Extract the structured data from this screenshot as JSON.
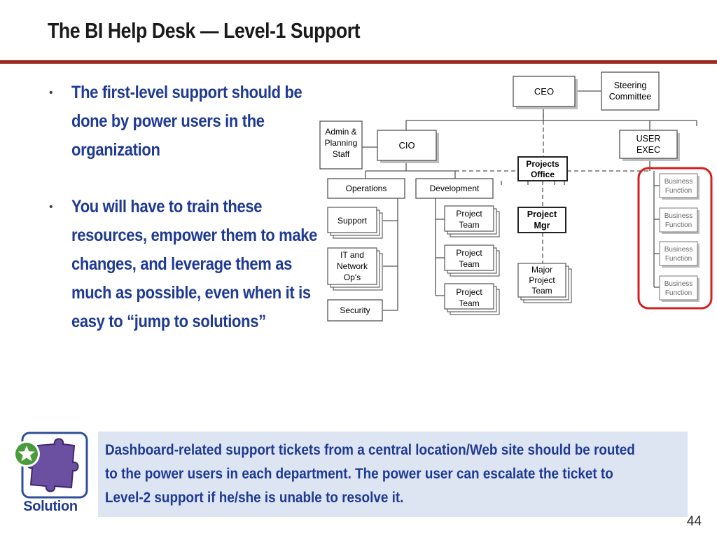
{
  "slide": {
    "title": "The BI Help Desk — Level-1 Support",
    "page_number": "44",
    "accent_color": "#9b2b1e",
    "text_color": "#1f3a93"
  },
  "bullets": [
    {
      "marker": "•",
      "text": "The first-level support should be done by power users in the organization"
    },
    {
      "marker": "•",
      "text": "You will have to train these resources, empower them to make changes, and leverage them as much as possible, even when it is easy to “jump to solutions”"
    }
  ],
  "org_chart": {
    "ceo": "CEO",
    "steering": [
      "Steering",
      "Committee"
    ],
    "admin": [
      "Admin &",
      "Planning",
      "Staff"
    ],
    "cio": "CIO",
    "user_exec": [
      "USER",
      "EXEC"
    ],
    "projects_office": [
      "Projects",
      "Office"
    ],
    "operations": "Operations",
    "development": "Development",
    "support": "Support",
    "it_network": [
      "IT and",
      "Network",
      "Op's"
    ],
    "security": "Security",
    "project_team": [
      "Project",
      "Team"
    ],
    "project_mgr": [
      "Project",
      "Mgr"
    ],
    "major_project_team": [
      "Major",
      "Project",
      "Team"
    ],
    "business_function": [
      "Business",
      "Function"
    ],
    "highlight_color": "#d42020"
  },
  "solution": {
    "badge_label": "Solution",
    "icon": "puzzle-star-icon",
    "text": "Dashboard-related support tickets from a central location/Web site should be routed to the power users in each department. The power user can escalate the ticket to Level-2 support if he/she is unable to resolve it."
  }
}
